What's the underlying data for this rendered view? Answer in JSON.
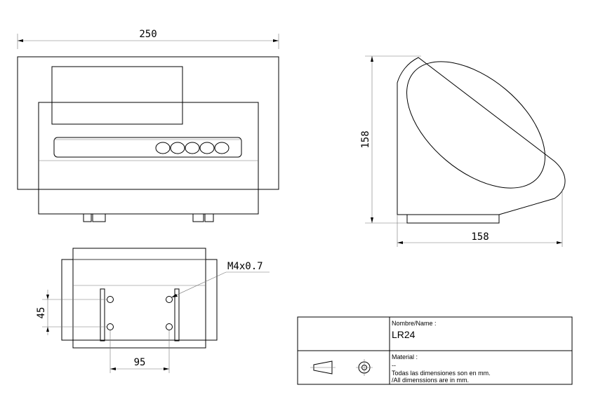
{
  "dimensions": {
    "front_width": "250",
    "side_height": "158",
    "side_depth": "158",
    "thread": "M4x0.7",
    "hole_vertical_spacing": "45",
    "hole_horizontal_spacing": "95"
  },
  "title_block": {
    "name_label": "Nombre/Name :",
    "name_value": "LR24",
    "material_label": "Material :",
    "material_value": "--",
    "note_es": "Todas las dimensiones son en mm.",
    "note_en": "/All dimenssions are in mm."
  }
}
